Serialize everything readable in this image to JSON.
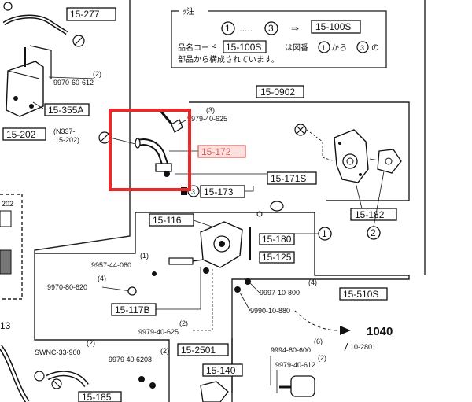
{
  "note": {
    "title": "ｯ注",
    "range_from": "1",
    "range_dots": "……",
    "range_to": "3",
    "arrow": "⇒",
    "result_code": "15-100S",
    "line2_prefix": "品名コード",
    "line2_code": "15-100S",
    "line2_mid": "は図番",
    "line2_from": "1",
    "line2_kara": "から",
    "line2_to": "3",
    "line2_end": "の",
    "line3": "部品から構成されています。"
  },
  "parts": {
    "p15_277": "15-277",
    "p9970_60_612": "9970-60-612",
    "qty_2_a": "(2)",
    "p15_355a": "15-355A",
    "p15_202": "15-202",
    "p_n337": "(N337-",
    "p_n337b": "15-202)",
    "p15_0902": "15-0902",
    "p9979_40_625_top": "9979-40-625",
    "qty_3": "(3)",
    "p15_172": "15-172",
    "p15_171s": "15-171S",
    "p15_173": "15-173",
    "num_3": "3",
    "p15_182": "15-182",
    "num_2": "2",
    "p15_116": "15-116",
    "p15_180": "15-180",
    "p15_125": "15-125",
    "num_1": "1",
    "p9957_44_060": "9957-44-060",
    "qty_1": "(1)",
    "p9970_80_620": "9970-80-620",
    "qty_4a": "(4)",
    "p15_117b": "15-117B",
    "p9997_10_800": "9997-10-800",
    "qty_4b": "(4)",
    "p9990_10_880": "9990-10-880",
    "p15_510s": "15-510S",
    "p9979_40_625_bot": "9979-40-625",
    "qty_2b": "(2)",
    "ref_1040": "1040",
    "ref_10_2801": "10-2801",
    "p15_2501": "15-2501",
    "p9994_80_600": "9994-80-600",
    "qty_6": "(6)",
    "p9979_40_612": "9979-40-612",
    "qty_2c": "(2)",
    "p15_140": "15-140",
    "swnc": "SWNC-33-900",
    "qty_2d": "(2)",
    "p9979_40_6208": "9979 40 6208",
    "qty_2e": "(2)",
    "p15_185": "15-185",
    "left_13": "13",
    "left_202": "202"
  },
  "colors": {
    "highlight": "#e82a2a",
    "ink": "#111111"
  }
}
